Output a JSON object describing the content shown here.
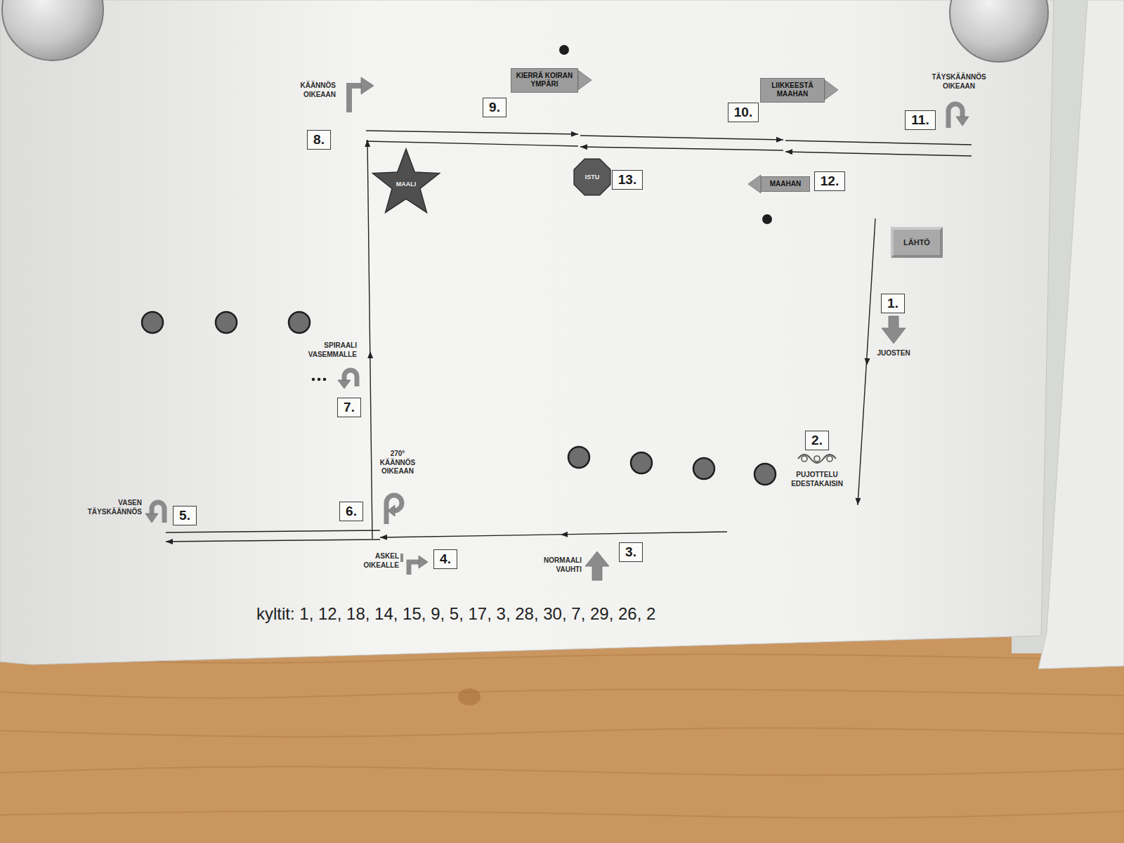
{
  "diagram": {
    "caption": "kyltit: 1, 12, 18, 14, 15, 9, 5, 17, 3, 28, 30, 7, 29, 26, 2",
    "nodes": [
      {
        "text": [
          "LÄHTÖ"
        ]
      },
      {
        "text": [
          "1."
        ]
      },
      {
        "text": [
          "2."
        ]
      },
      {
        "text": [
          "3."
        ]
      },
      {
        "text": [
          "4."
        ]
      },
      {
        "text": [
          "5."
        ]
      },
      {
        "text": [
          "6."
        ]
      },
      {
        "text": [
          "7."
        ]
      },
      {
        "text": [
          "8."
        ]
      },
      {
        "text": [
          "9."
        ]
      },
      {
        "text": [
          "KIERRÄ KOIRAN YMPÄRI"
        ]
      },
      {
        "text": [
          "10."
        ]
      },
      {
        "text": [
          "LIIKKEESTÄ MAAHAN"
        ]
      },
      {
        "text": [
          "11."
        ]
      },
      {
        "text": [
          "12."
        ]
      },
      {
        "text": [
          "MAAHAN"
        ]
      },
      {
        "text": [
          "13."
        ]
      },
      {
        "text": [
          "ISTU"
        ]
      },
      {
        "text": [
          "MAALI"
        ]
      }
    ],
    "labels": [
      "JUOSTEN",
      "PUJOTTELU EDESTAKAISIN",
      "NORMAALI VAUHTI",
      "ASKEL OIKEALLE",
      "VASEN TÄYSKÄÄNNÖS",
      "270° KÄÄNNÖS OIKEAAN",
      "SPIRAALI VASEMMALLE",
      "KÄÄNNÖS OIKEAAN",
      "TÄYSKÄÄNNÖS OIKEAAN"
    ]
  }
}
